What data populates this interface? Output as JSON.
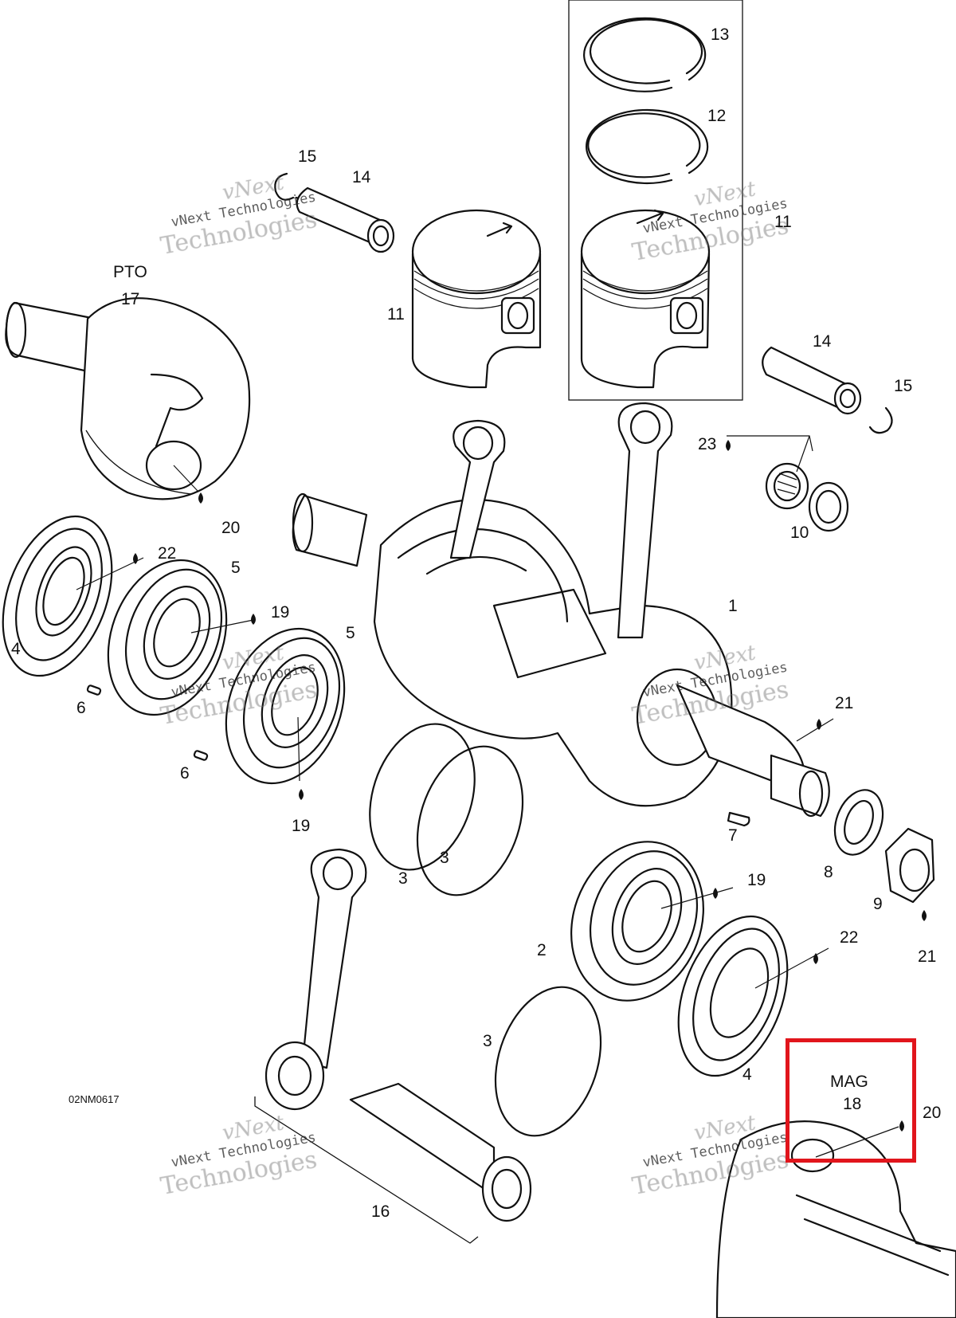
{
  "diagram": {
    "ref_code": "02NM0617",
    "pto_label": "PTO",
    "mag_label": "MAG",
    "watermarks": [
      {
        "line1": "vNext",
        "line2": "vNext Technologies",
        "line3": "Technologies"
      },
      {
        "line1": "vNext",
        "line2": "vNext Technologies",
        "line3": "Technologies"
      },
      {
        "line1": "vNext",
        "line2": "vNext Technologies",
        "line3": "Technologies"
      },
      {
        "line1": "vNext",
        "line2": "vNext Technologies",
        "line3": "Technologies"
      },
      {
        "line1": "vNext",
        "line2": "vNext Technologies",
        "line3": "Technologies"
      },
      {
        "line1": "vNext",
        "line2": "vNext Technologies",
        "line3": "Technologies"
      }
    ],
    "callouts": {
      "c13": "13",
      "c12": "12",
      "c11a": "11",
      "c11b": "11",
      "c15a": "15",
      "c14a": "14",
      "c14b": "14",
      "c15b": "15",
      "c17": "17",
      "c23": "23",
      "c10": "10",
      "c20a": "20",
      "c22a": "22",
      "c5a": "5",
      "c19a": "19",
      "c5b": "5",
      "c4a": "4",
      "c6a": "6",
      "c6b": "6",
      "c19b": "19",
      "c1": "1",
      "c21a": "21",
      "c3a": "3",
      "c3b": "3",
      "c7": "7",
      "c8": "8",
      "c9": "9",
      "c21b": "21",
      "c19c": "19",
      "c2": "2",
      "c22b": "22",
      "c3c": "3",
      "c4b": "4",
      "c18": "18",
      "c20b": "20",
      "c16": "16"
    },
    "highlight_color": "#e1151c"
  }
}
